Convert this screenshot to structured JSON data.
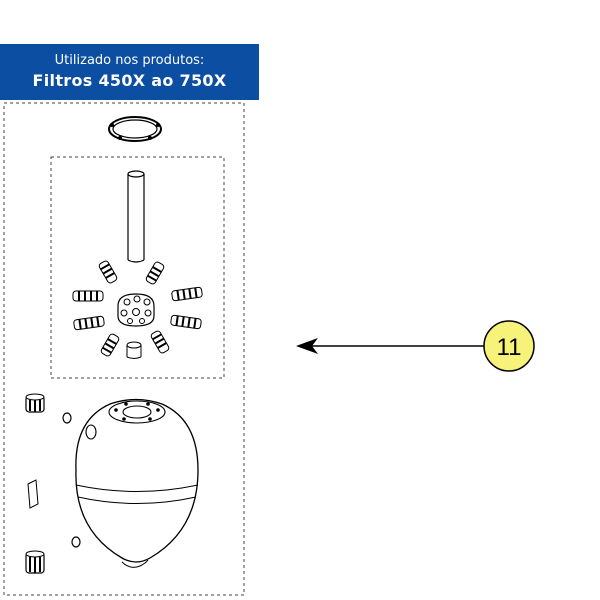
{
  "header": {
    "line1": "Utilizado nos produtos:",
    "line2": "Filtros 450X ao 750X"
  },
  "callout": {
    "number": "11",
    "color": "#f7f27a"
  },
  "colors": {
    "header_bg": "#0b4ea2"
  }
}
